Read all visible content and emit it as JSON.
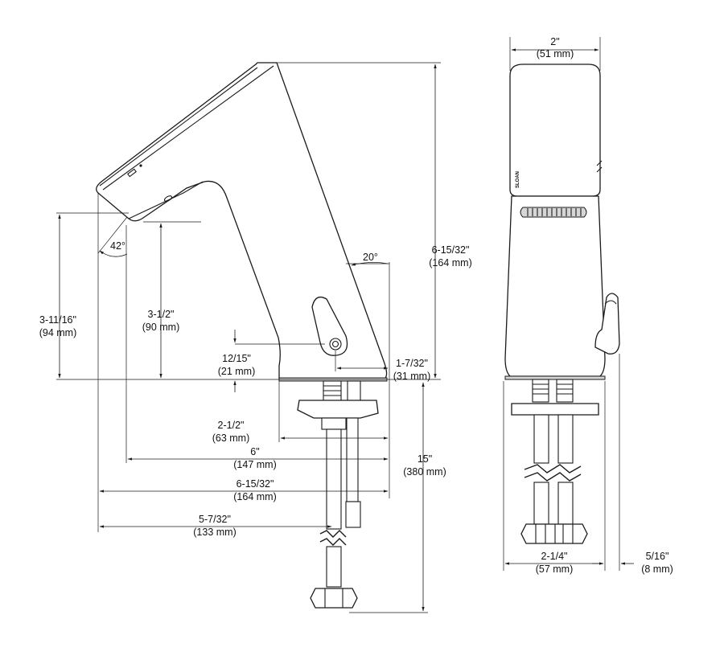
{
  "side_view": {
    "height_total": {
      "imperial": "6-15/32\"",
      "metric": "(164 mm)"
    },
    "spout_angle": "42°",
    "body_angle": "20°",
    "outlet_height": {
      "imperial": "3-11/16\"",
      "metric": "(94 mm)"
    },
    "spout_clearance": {
      "imperial": "3-1/2\"",
      "metric": "(90 mm)"
    },
    "lever_height": {
      "imperial": "12/15\"",
      "metric": "(21 mm)"
    },
    "lever_offset": {
      "imperial": "1-7/32\"",
      "metric": "(31 mm)"
    },
    "base_depth": {
      "imperial": "2-1/2\"",
      "metric": "(63 mm)"
    },
    "reach_to_base": {
      "imperial": "6\"",
      "metric": "(147 mm)"
    },
    "overall_reach": {
      "imperial": "6-15/32\"",
      "metric": "(164 mm)"
    },
    "spout_reach": {
      "imperial": "5-7/32\"",
      "metric": "(133 mm)"
    },
    "supply_length": {
      "imperial": "15\"",
      "metric": "(380 mm)"
    }
  },
  "front_view": {
    "top_width": {
      "imperial": "2\"",
      "metric": "(51 mm)"
    },
    "base_width": {
      "imperial": "2-1/4\"",
      "metric": "(57 mm)"
    },
    "lever_projection": {
      "imperial": "5/16\"",
      "metric": "(8 mm)"
    },
    "brand_mark": "SLOAN"
  }
}
